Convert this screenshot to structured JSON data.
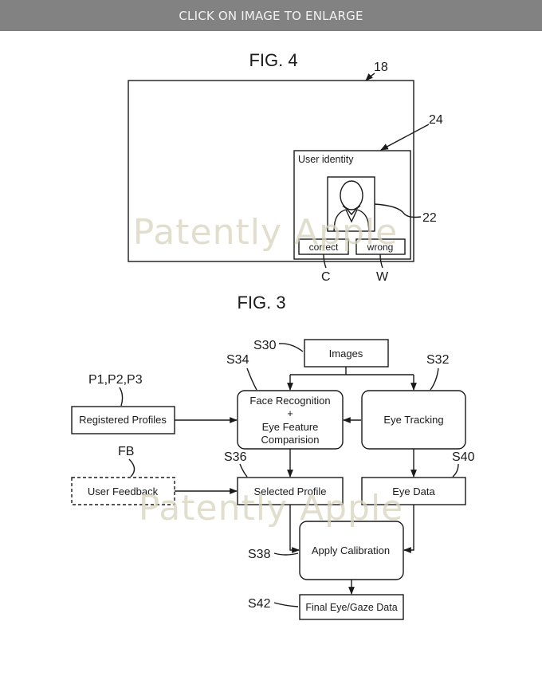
{
  "banner": {
    "text": "CLICK ON IMAGE TO ENLARGE"
  },
  "watermark": "Patently Apple",
  "fig4": {
    "title": "FIG. 4",
    "ref_display": "18",
    "ref_panel": "24",
    "ref_photo": "22",
    "panel_title": "User identity",
    "correct_label": "correct",
    "wrong_label": "wrong",
    "ref_correct": "C",
    "ref_wrong": "W"
  },
  "fig3": {
    "title": "FIG. 3",
    "images": {
      "step": "S30",
      "label": "Images"
    },
    "face_recognition": {
      "step": "S34",
      "lines": [
        "Face Recognition",
        "+",
        "Eye Feature",
        "Comparision"
      ]
    },
    "eye_tracking": {
      "step": "S32",
      "label": "Eye Tracking"
    },
    "registered_profiles": {
      "ref": "P1,P2,P3",
      "label": "Registered Profiles"
    },
    "user_feedback": {
      "ref": "FB",
      "label": "User Feedback"
    },
    "selected_profile": {
      "step": "S36",
      "label": "Selected Profile"
    },
    "eye_data": {
      "step": "S40",
      "label": "Eye Data"
    },
    "apply_calibration": {
      "step": "S38",
      "label": "Apply Calibration"
    },
    "final_data": {
      "step": "S42",
      "label": "Final Eye/Gaze Data"
    }
  }
}
